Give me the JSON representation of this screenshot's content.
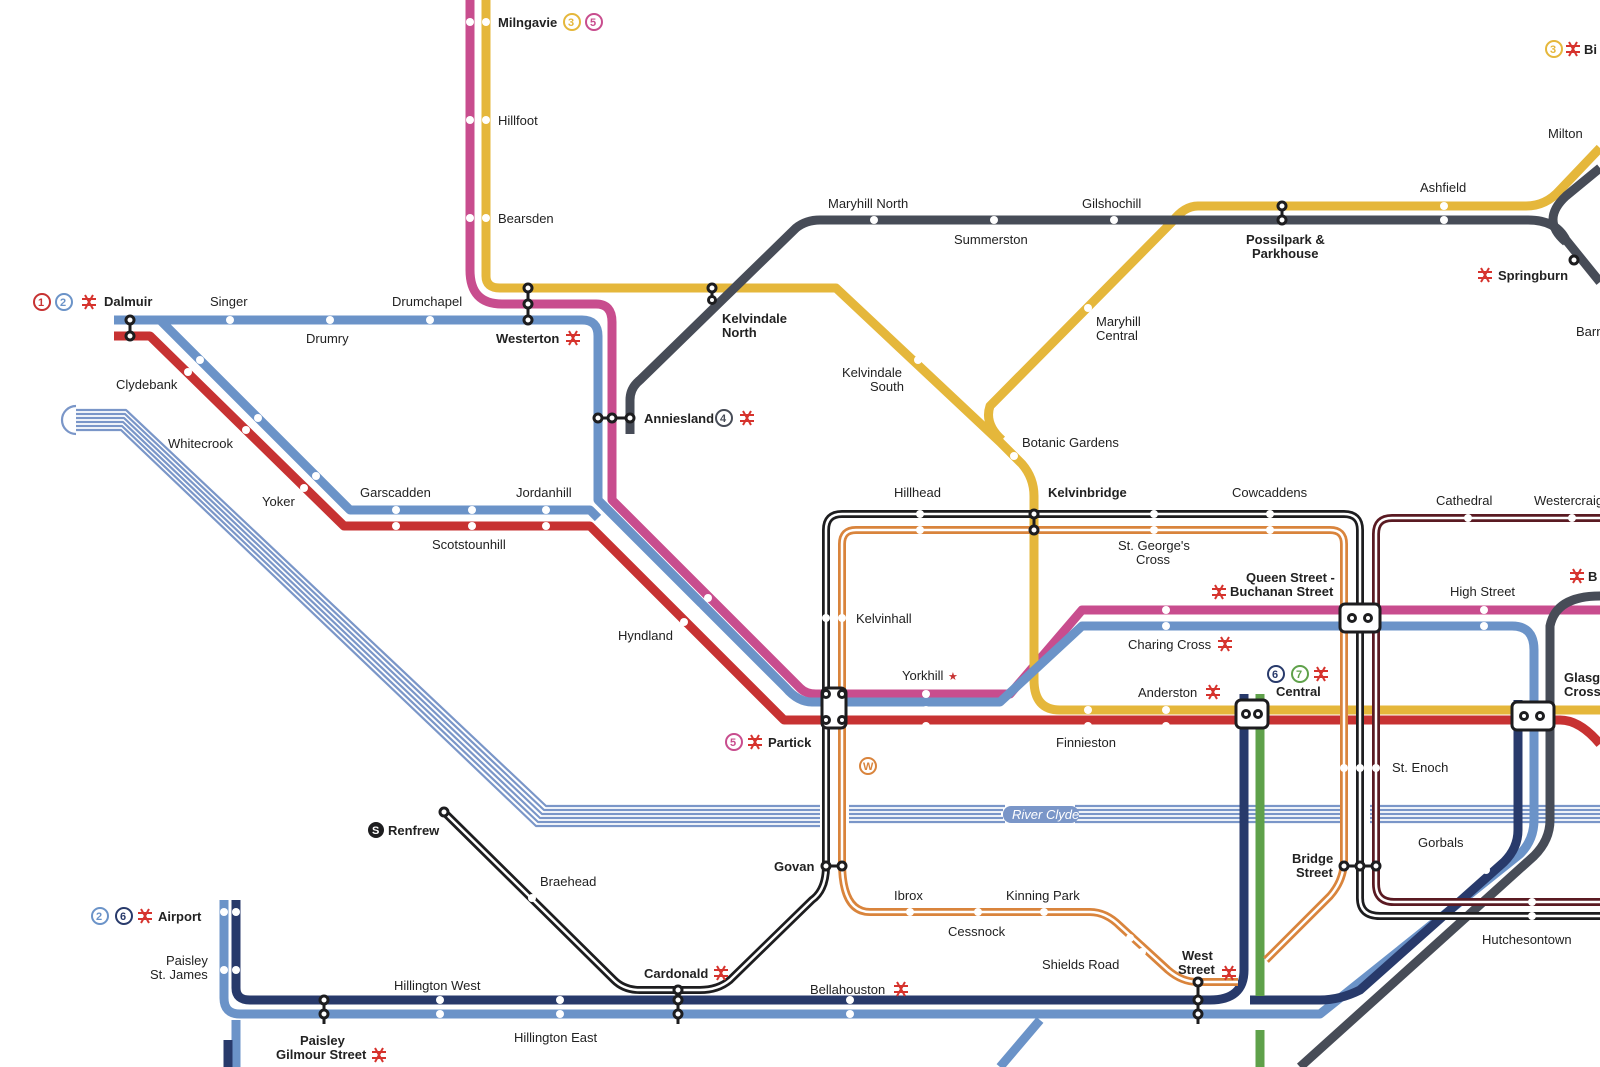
{
  "map": {
    "colors": {
      "blue": "#6b93c8",
      "red": "#c73232",
      "magenta": "#c84d8e",
      "yellow": "#e5b73b",
      "grey": "#474c57",
      "black": "#1d1d1f",
      "orange": "#d9843c",
      "navy": "#283a6b",
      "green": "#5fa14a",
      "maroon": "#5a1a22",
      "river": "#7a96c8",
      "rail": "#d6332d"
    },
    "river_label": "River Clyde",
    "line_badges": {
      "l1": "1",
      "l2": "2",
      "l3": "3",
      "l4": "4",
      "l5": "5",
      "l6": "6",
      "l7": "7",
      "subway": "S",
      "waterbus": "W"
    },
    "stations": [
      {
        "id": "milngavie",
        "label": "Milngavie",
        "bold": true
      },
      {
        "id": "hillfoot",
        "label": "Hillfoot",
        "bold": false
      },
      {
        "id": "bearsden",
        "label": "Bearsden",
        "bold": false
      },
      {
        "id": "dalmuir",
        "label": "Dalmuir",
        "bold": true
      },
      {
        "id": "singer",
        "label": "Singer",
        "bold": false
      },
      {
        "id": "drumchapel",
        "label": "Drumchapel",
        "bold": false
      },
      {
        "id": "drumry",
        "label": "Drumry",
        "bold": false
      },
      {
        "id": "westerton",
        "label": "Westerton",
        "bold": true
      },
      {
        "id": "clydebank",
        "label": "Clydebank",
        "bold": false
      },
      {
        "id": "whitecrook",
        "label": "Whitecrook",
        "bold": false
      },
      {
        "id": "yoker",
        "label": "Yoker",
        "bold": false
      },
      {
        "id": "garscadden",
        "label": "Garscadden",
        "bold": false
      },
      {
        "id": "jordanhill",
        "label": "Jordanhill",
        "bold": false
      },
      {
        "id": "scotstounhill",
        "label": "Scotstounhill",
        "bold": false
      },
      {
        "id": "hyndland",
        "label": "Hyndland",
        "bold": false
      },
      {
        "id": "anniesland",
        "label": "Anniesland",
        "bold": true
      },
      {
        "id": "kelvindale_north_1",
        "label": "Kelvindale",
        "bold": true
      },
      {
        "id": "kelvindale_north_2",
        "label": "North",
        "bold": true
      },
      {
        "id": "maryhill_north",
        "label": "Maryhill North",
        "bold": false
      },
      {
        "id": "summerston",
        "label": "Summerston",
        "bold": false
      },
      {
        "id": "gilshochill",
        "label": "Gilshochill",
        "bold": false
      },
      {
        "id": "possilpark_1",
        "label": "Possilpark &",
        "bold": true
      },
      {
        "id": "possilpark_2",
        "label": "Parkhouse",
        "bold": true
      },
      {
        "id": "ashfield",
        "label": "Ashfield",
        "bold": false
      },
      {
        "id": "milton",
        "label": "Milton",
        "bold": false
      },
      {
        "id": "springburn",
        "label": "Springburn",
        "bold": true
      },
      {
        "id": "barn",
        "label": "Barn",
        "bold": false
      },
      {
        "id": "bi",
        "label": "Bi",
        "bold": true
      },
      {
        "id": "kelvindale_south_1",
        "label": "Kelvindale",
        "bold": false
      },
      {
        "id": "kelvindale_south_2",
        "label": "South",
        "bold": false
      },
      {
        "id": "maryhill_central_1",
        "label": "Maryhill",
        "bold": false
      },
      {
        "id": "maryhill_central_2",
        "label": "Central",
        "bold": false
      },
      {
        "id": "botanic_gardens",
        "label": "Botanic Gardens",
        "bold": false
      },
      {
        "id": "hillhead",
        "label": "Hillhead",
        "bold": false
      },
      {
        "id": "kelvinbridge",
        "label": "Kelvinbridge",
        "bold": true
      },
      {
        "id": "cowcaddens",
        "label": "Cowcaddens",
        "bold": false
      },
      {
        "id": "cathedral",
        "label": "Cathedral",
        "bold": false
      },
      {
        "id": "westercraig",
        "label": "Westercraig",
        "bold": false
      },
      {
        "id": "st_georges_1",
        "label": "St. George's",
        "bold": false
      },
      {
        "id": "st_georges_2",
        "label": "Cross",
        "bold": false
      },
      {
        "id": "queen_street_1",
        "label": "Queen Street -",
        "bold": true
      },
      {
        "id": "queen_street_2",
        "label": "Buchanan Street",
        "bold": true
      },
      {
        "id": "high_street",
        "label": "High Street",
        "bold": false
      },
      {
        "id": "b_edge",
        "label": "B",
        "bold": true
      },
      {
        "id": "kelvinhall",
        "label": "Kelvinhall",
        "bold": false
      },
      {
        "id": "yorkhill",
        "label": "Yorkhill",
        "bold": false
      },
      {
        "id": "charing_cross",
        "label": "Charing Cross",
        "bold": false
      },
      {
        "id": "anderston",
        "label": "Anderston",
        "bold": false
      },
      {
        "id": "central",
        "label": "Central",
        "bold": true
      },
      {
        "id": "glasgow_cross_1",
        "label": "Glasgo",
        "bold": true
      },
      {
        "id": "glasgow_cross_2",
        "label": "Cross",
        "bold": true
      },
      {
        "id": "partick",
        "label": "Partick",
        "bold": true
      },
      {
        "id": "finnieston",
        "label": "Finnieston",
        "bold": false
      },
      {
        "id": "st_enoch",
        "label": "St. Enoch",
        "bold": false
      },
      {
        "id": "renfrew",
        "label": "Renfrew",
        "bold": true
      },
      {
        "id": "govan",
        "label": "Govan",
        "bold": true
      },
      {
        "id": "bridge_street_1",
        "label": "Bridge",
        "bold": true
      },
      {
        "id": "bridge_street_2",
        "label": "Street",
        "bold": true
      },
      {
        "id": "gorbals",
        "label": "Gorbals",
        "bold": false
      },
      {
        "id": "braehead",
        "label": "Braehead",
        "bold": false
      },
      {
        "id": "ibrox",
        "label": "Ibrox",
        "bold": false
      },
      {
        "id": "kinning_park",
        "label": "Kinning Park",
        "bold": false
      },
      {
        "id": "cessnock",
        "label": "Cessnock",
        "bold": false
      },
      {
        "id": "shields_road",
        "label": "Shields Road",
        "bold": false
      },
      {
        "id": "west_street_1",
        "label": "West",
        "bold": true
      },
      {
        "id": "west_street_2",
        "label": "Street",
        "bold": true
      },
      {
        "id": "hutchesontown",
        "label": "Hutchesontown",
        "bold": false
      },
      {
        "id": "airport",
        "label": "Airport",
        "bold": true
      },
      {
        "id": "paisley_st_james_1",
        "label": "Paisley",
        "bold": false
      },
      {
        "id": "paisley_st_james_2",
        "label": "St. James",
        "bold": false
      },
      {
        "id": "cardonald",
        "label": "Cardonald",
        "bold": true
      },
      {
        "id": "hillington_west",
        "label": "Hillington West",
        "bold": false
      },
      {
        "id": "bellahouston",
        "label": "Bellahouston",
        "bold": false
      },
      {
        "id": "paisley_gilmour_1",
        "label": "Paisley",
        "bold": true
      },
      {
        "id": "paisley_gilmour_2",
        "label": "Gilmour Street",
        "bold": true
      },
      {
        "id": "hillington_east",
        "label": "Hillington East",
        "bold": false
      }
    ]
  }
}
